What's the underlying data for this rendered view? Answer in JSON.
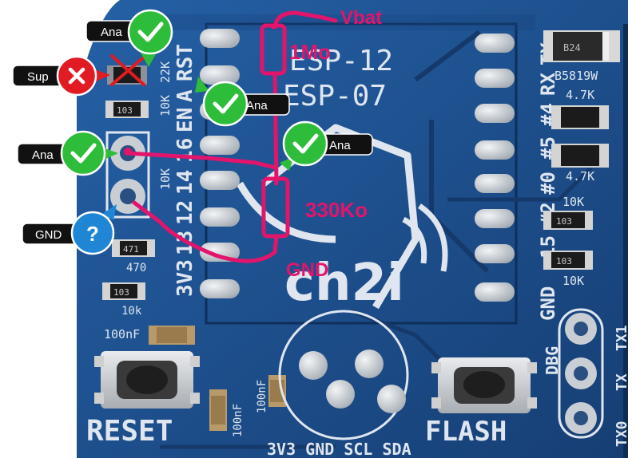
{
  "board": {
    "module_lines": [
      "ESP-12",
      "ESP-07"
    ],
    "left_header": [
      "3V3",
      "13",
      "12",
      "14",
      "16",
      "EN",
      "A",
      "RST"
    ],
    "right_header": [
      "TX",
      "RX",
      "#4",
      "#5",
      "#0",
      "#2",
      "15",
      "GND"
    ],
    "component_labels": {
      "diode": "B5819W",
      "r_4k7_a": "4.7K",
      "r_4k7_b": "4.7K",
      "r_10k_a": "10K",
      "r_10k_b": "10K",
      "r_10k_c": "10k",
      "r_22k": "22K",
      "r_10k_top": "10K",
      "r_10k_mid": "10K",
      "r_470": "470",
      "cap_100nf_a": "100nF",
      "cap_100nf_b": "100nF",
      "cap_100nf_c": "100nF",
      "smd_code_103": "103",
      "smd_code_471": "471",
      "smd_code_b24": "B24"
    },
    "debug_header": [
      "DBG",
      "TX",
      "TX1",
      "TX0"
    ],
    "bottom_pins": "3V3 GND SCL SDA",
    "reset_label": "RESET",
    "flash_label": "FLASH",
    "brand": "ch2i"
  },
  "annotations": {
    "vbat": "Vbat",
    "r_top": "1Mo",
    "r_bottom": "330Ko",
    "gnd": "GND"
  },
  "callouts": [
    {
      "id": "ana-top",
      "label": "Ana",
      "status": "ok"
    },
    {
      "id": "sup",
      "label": "Sup",
      "status": "error"
    },
    {
      "id": "ana-right",
      "label": "Ana",
      "status": "ok"
    },
    {
      "id": "ana-left",
      "label": "Ana",
      "status": "ok"
    },
    {
      "id": "ana-center",
      "label": "Ana",
      "status": "ok"
    },
    {
      "id": "gnd",
      "label": "GND",
      "status": "unknown"
    }
  ],
  "colors": {
    "pcb": "#1d4f8f",
    "pcb_dark": "#163e74",
    "silk": "#dfe6ef",
    "pad": "#c7ccd2",
    "annotation": "#e3146b",
    "ok": "#2ebd3a",
    "error": "#e21b23",
    "unknown": "#1f86d6",
    "label_bg": "#111111"
  },
  "icons": {
    "ok": "check-circle-icon",
    "error": "x-circle-icon",
    "unknown": "question-circle-icon"
  }
}
